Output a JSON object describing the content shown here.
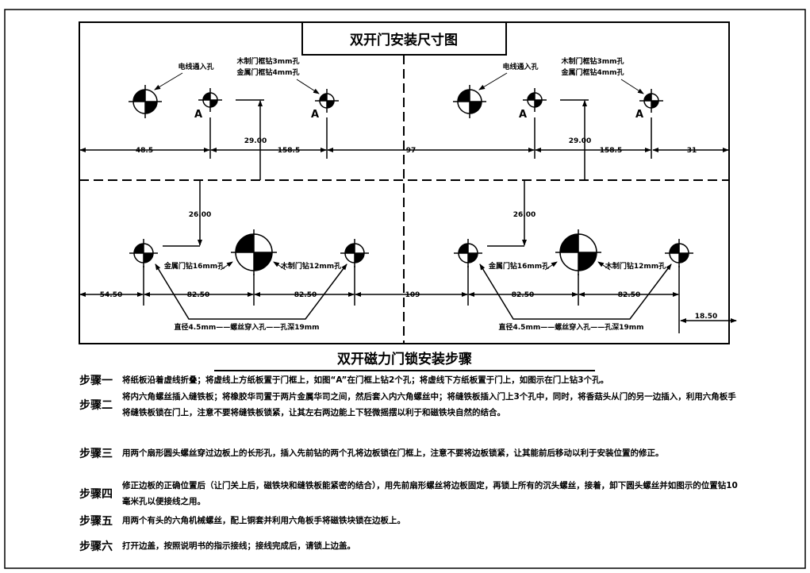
{
  "diagram": {
    "title": "双开门安装尺寸图",
    "cable_hole_label": "电线通入孔",
    "frame_hole_label_1": "木制门框钻3mm孔",
    "frame_hole_label_2": "金属门框钻4mm孔",
    "marker_A": "A",
    "metal_door_label": "金属门钻16mm孔",
    "wood_door_label": "木制门钻12mm孔",
    "screw_note": "直径4.5mm——螺丝穿入孔——孔深19mm",
    "dims_top_left": [
      "48.5",
      "158.5",
      "29.00"
    ],
    "dims_top_right": [
      "97",
      "158.5",
      "31",
      "29.00"
    ],
    "dims_bottom_left": [
      "54.50",
      "82.50",
      "82.50",
      "26.00"
    ],
    "dims_bottom_right": [
      "109",
      "82.50",
      "82.50",
      "26.00",
      "18.50"
    ]
  },
  "steps": {
    "title": "双开磁力门锁安装步骤",
    "items": [
      {
        "label": "步骤一",
        "text": "将纸板沿着虚线折叠；将虚线上方纸板置于门框上，如图“A”在门框上钻2个孔；将虚线下方纸板置于门上，如图示在门上钻3个孔。"
      },
      {
        "label": "步骤二",
        "text": "将内六角螺丝插入缝铁板；将橡胶华司置于两片金属华司之间，然后套入内六角螺丝中；将缝铁板插入门上3个孔中，同时，将香菇头从门的另一边插入，利用六角板手将缝铁板锁在门上，注意不要将缝铁板锁紧，让其左右两边能上下轻微摇摆以利于和磁铁块自然的结合。"
      },
      {
        "label": "步骤三",
        "text": "用两个扇形圆头螺丝穿过边板上的长形孔，插入先前钻的两个孔将边板锁在门框上，注意不要将边板锁紧，让其能前后移动以利于安装位置的修正。"
      },
      {
        "label": "步骤四",
        "text": "修正边板的正确位置后（让门关上后，磁铁块和缝铁板能紧密的结合），用先前扇形螺丝将边板固定，再锁上所有的沉头螺丝，接着，卸下圆头螺丝并如图示的位置钻10毫米孔以便接线之用。"
      },
      {
        "label": "步骤五",
        "text": "用两个有头的六角机械螺丝，配上铜套并利用六角板手将磁铁块锁在边板上。"
      },
      {
        "label": "步骤六",
        "text": "打开边盖，按照说明书的指示接线；接线完成后，请锁上边盖。"
      }
    ]
  }
}
